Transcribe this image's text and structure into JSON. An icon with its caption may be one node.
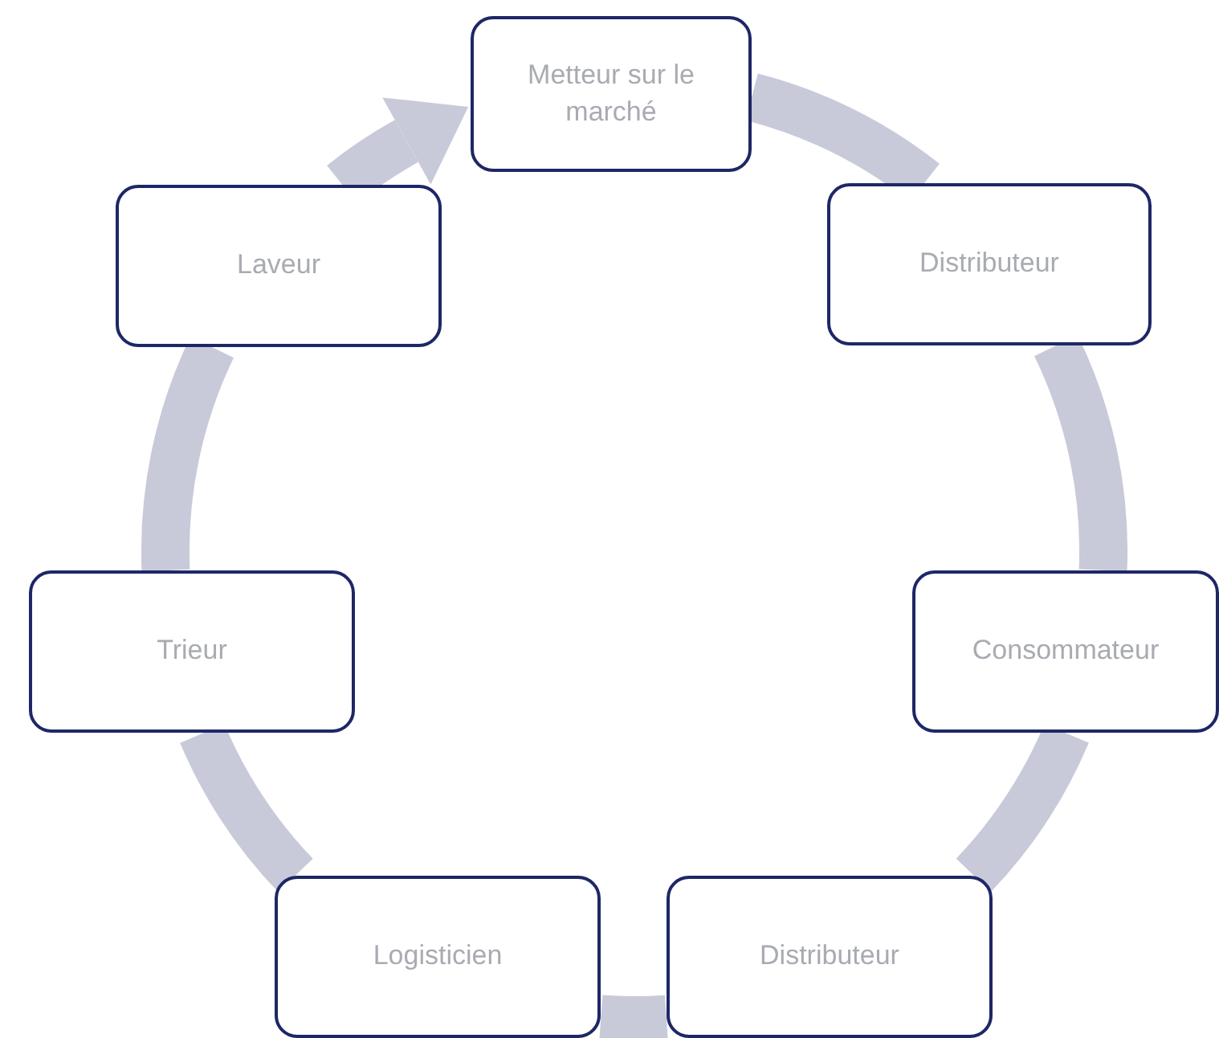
{
  "diagram": {
    "nodes": [
      {
        "text": [
          "Metteur sur le marché"
        ]
      },
      {
        "text": [
          "Distributeur"
        ]
      },
      {
        "text": [
          "Consommateur"
        ]
      },
      {
        "text": [
          "Distributeur"
        ]
      },
      {
        "text": [
          "Logisticien"
        ]
      },
      {
        "text": [
          "Trieur"
        ]
      },
      {
        "text": [
          "Laveur"
        ]
      }
    ],
    "edges": [
      {
        "from": 0,
        "to": 1,
        "arrow": "none"
      },
      {
        "from": 1,
        "to": 2,
        "arrow": "none"
      },
      {
        "from": 2,
        "to": 3,
        "arrow": "none"
      },
      {
        "from": 3,
        "to": 4,
        "arrow": "none"
      },
      {
        "from": 4,
        "to": 5,
        "arrow": "none"
      },
      {
        "from": 5,
        "to": 6,
        "arrow": "none"
      },
      {
        "from": 6,
        "to": 0,
        "arrow": "to"
      }
    ]
  }
}
